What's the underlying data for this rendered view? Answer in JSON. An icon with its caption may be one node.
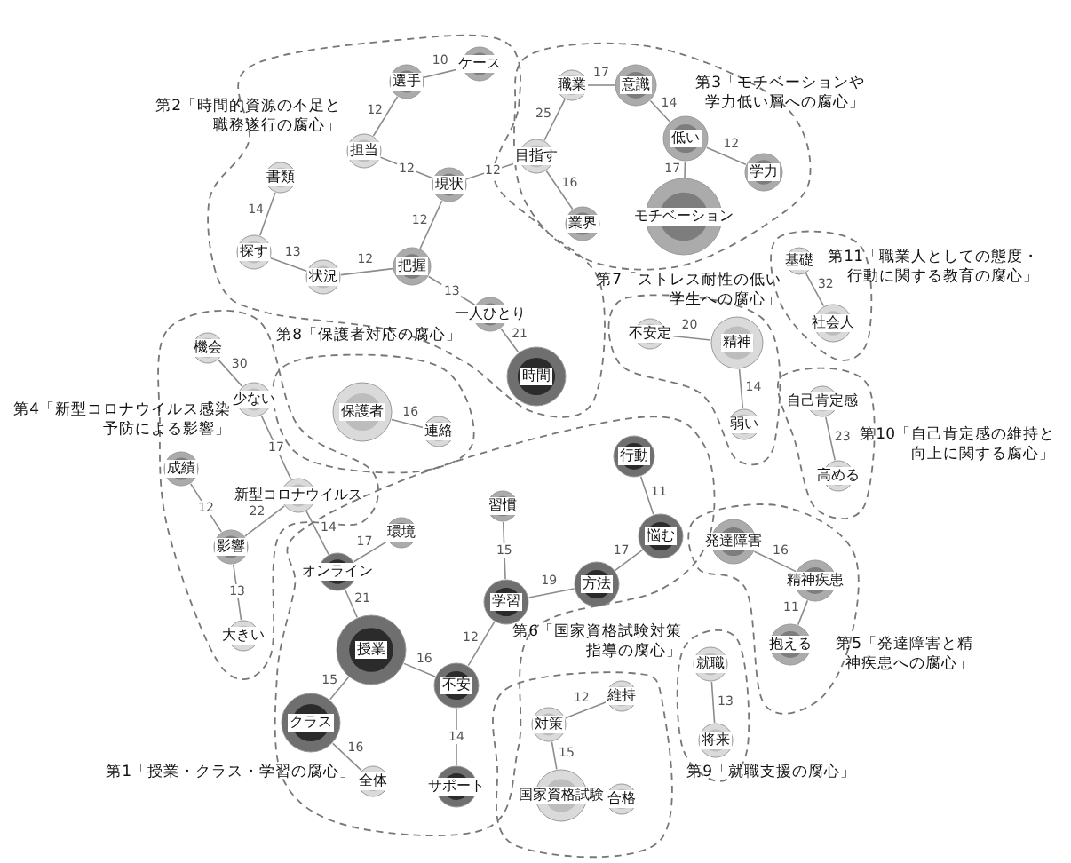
{
  "diagram": {
    "nodes": [
      {
        "text": [
          "第2「時間的資源の不足と職務遂行の腐心」"
        ]
      },
      {
        "text": [
          "選手"
        ],
        "in": 0
      },
      {
        "text": [
          "ケース"
        ],
        "in": 0
      },
      {
        "text": [
          "担当"
        ],
        "in": 0
      },
      {
        "text": [
          "現状"
        ],
        "in": 0
      },
      {
        "text": [
          "書類"
        ],
        "in": 0
      },
      {
        "text": [
          "探す"
        ],
        "in": 0
      },
      {
        "text": [
          "状況"
        ],
        "in": 0
      },
      {
        "text": [
          "把握"
        ],
        "in": 0
      },
      {
        "text": [
          "一人ひとり"
        ],
        "in": 0
      },
      {
        "text": [
          "時間"
        ],
        "in": 0
      },
      {
        "text": [
          "第3「モチベーションや学力低い層への腐心」"
        ]
      },
      {
        "text": [
          "職業"
        ],
        "in": 11
      },
      {
        "text": [
          "意識"
        ],
        "in": 11
      },
      {
        "text": [
          "目指す"
        ],
        "in": 11
      },
      {
        "text": [
          "業界"
        ],
        "in": 11
      },
      {
        "text": [
          "低い"
        ],
        "in": 11
      },
      {
        "text": [
          "学力"
        ],
        "in": 11
      },
      {
        "text": [
          "モチベーション"
        ],
        "in": 11
      },
      {
        "text": [
          "第11「職業人としての態度・行動に関する教育の腐心」"
        ]
      },
      {
        "text": [
          "基礎"
        ],
        "in": 19
      },
      {
        "text": [
          "社会人"
        ],
        "in": 19
      },
      {
        "text": [
          "第7「ストレス耐性の低い学生への腐心」"
        ]
      },
      {
        "text": [
          "不安定"
        ],
        "in": 22
      },
      {
        "text": [
          "精神"
        ],
        "in": 22
      },
      {
        "text": [
          "弱い"
        ],
        "in": 22
      },
      {
        "text": [
          "第10「自己肯定感の維持と向上に関する腐心」"
        ]
      },
      {
        "text": [
          "自己肯定感"
        ],
        "in": 26
      },
      {
        "text": [
          "高める"
        ],
        "in": 26
      },
      {
        "text": [
          "第8「保護者対応の腐心」"
        ]
      },
      {
        "text": [
          "保護者"
        ],
        "in": 29
      },
      {
        "text": [
          "連絡"
        ],
        "in": 29
      },
      {
        "text": [
          "第4「新型コロナウイルス感染予防による影響」"
        ]
      },
      {
        "text": [
          "機会"
        ],
        "in": 32
      },
      {
        "text": [
          "少ない"
        ],
        "in": 32
      },
      {
        "text": [
          "新型コロナウイルス"
        ],
        "in": 32
      },
      {
        "text": [
          "成績"
        ],
        "in": 32
      },
      {
        "text": [
          "影響"
        ],
        "in": 32
      },
      {
        "text": [
          "大きい"
        ],
        "in": 32
      },
      {
        "text": [
          "第1「授業・クラス・学習の腐心」"
        ]
      },
      {
        "text": [
          "環境"
        ],
        "in": 39
      },
      {
        "text": [
          "オンライン"
        ],
        "in": 39
      },
      {
        "text": [
          "授業"
        ],
        "in": 39
      },
      {
        "text": [
          "クラス"
        ],
        "in": 39
      },
      {
        "text": [
          "全体"
        ],
        "in": 39
      },
      {
        "text": [
          "不安"
        ],
        "in": 39
      },
      {
        "text": [
          "サポート"
        ],
        "in": 39
      },
      {
        "text": [
          "学習"
        ],
        "in": 39
      },
      {
        "text": [
          "習慣"
        ],
        "in": 39
      },
      {
        "text": [
          "方法"
        ],
        "in": 39
      },
      {
        "text": [
          "悩む"
        ],
        "in": 39
      },
      {
        "text": [
          "行動"
        ],
        "in": 39
      },
      {
        "text": [
          "第6「国家資格試験対策指導の腐心」"
        ]
      },
      {
        "text": [
          "対策"
        ],
        "in": 52
      },
      {
        "text": [
          "維持"
        ],
        "in": 52
      },
      {
        "text": [
          "国家資格試験"
        ],
        "in": 52
      },
      {
        "text": [
          "合格"
        ],
        "in": 52
      },
      {
        "text": [
          "第5「発達障害と精神疾患への腐心」"
        ]
      },
      {
        "text": [
          "発達障害"
        ],
        "in": 57
      },
      {
        "text": [
          "精神疾患"
        ],
        "in": 57
      },
      {
        "text": [
          "抱える"
        ],
        "in": 57
      },
      {
        "text": [
          "第9「就職支援の腐心」"
        ]
      },
      {
        "text": [
          "就職"
        ],
        "in": 61
      },
      {
        "text": [
          "将来"
        ],
        "in": 61
      }
    ],
    "edges": [
      {
        "from": 1,
        "to": 2,
        "arrow": "none",
        "label": "10"
      },
      {
        "from": 1,
        "to": 3,
        "arrow": "none",
        "label": "12"
      },
      {
        "from": 3,
        "to": 4,
        "arrow": "none",
        "label": "12"
      },
      {
        "from": 4,
        "to": 14,
        "arrow": "none",
        "label": "12"
      },
      {
        "from": 4,
        "to": 8,
        "arrow": "none",
        "label": "12"
      },
      {
        "from": 5,
        "to": 6,
        "arrow": "none",
        "label": "14"
      },
      {
        "from": 6,
        "to": 7,
        "arrow": "none",
        "label": "13"
      },
      {
        "from": 7,
        "to": 8,
        "arrow": "none",
        "label": "12"
      },
      {
        "from": 8,
        "to": 9,
        "arrow": "none",
        "label": "13"
      },
      {
        "from": 9,
        "to": 10,
        "arrow": "none",
        "label": "21"
      },
      {
        "from": 12,
        "to": 13,
        "arrow": "none",
        "label": "17"
      },
      {
        "from": 12,
        "to": 14,
        "arrow": "none",
        "label": "25"
      },
      {
        "from": 14,
        "to": 15,
        "arrow": "none",
        "label": "16"
      },
      {
        "from": 13,
        "to": 16,
        "arrow": "none",
        "label": "14"
      },
      {
        "from": 16,
        "to": 17,
        "arrow": "none",
        "label": "12"
      },
      {
        "from": 16,
        "to": 18,
        "arrow": "none",
        "label": "17"
      },
      {
        "from": 20,
        "to": 21,
        "arrow": "none",
        "label": "32"
      },
      {
        "from": 23,
        "to": 24,
        "arrow": "none",
        "label": "20"
      },
      {
        "from": 24,
        "to": 25,
        "arrow": "none",
        "label": "14"
      },
      {
        "from": 27,
        "to": 28,
        "arrow": "none",
        "label": "23"
      },
      {
        "from": 30,
        "to": 31,
        "arrow": "none",
        "label": "16"
      },
      {
        "from": 33,
        "to": 34,
        "arrow": "none",
        "label": "30"
      },
      {
        "from": 34,
        "to": 35,
        "arrow": "none",
        "label": "17"
      },
      {
        "from": 36,
        "to": 37,
        "arrow": "none",
        "label": "12"
      },
      {
        "from": 35,
        "to": 37,
        "arrow": "none",
        "label": "22"
      },
      {
        "from": 37,
        "to": 38,
        "arrow": "none",
        "label": "13"
      },
      {
        "from": 35,
        "to": 41,
        "arrow": "none",
        "label": "14"
      },
      {
        "from": 40,
        "to": 41,
        "arrow": "none",
        "label": "17"
      },
      {
        "from": 41,
        "to": 42,
        "arrow": "none",
        "label": "21"
      },
      {
        "from": 42,
        "to": 43,
        "arrow": "none",
        "label": "15"
      },
      {
        "from": 43,
        "to": 44,
        "arrow": "none",
        "label": "16"
      },
      {
        "from": 42,
        "to": 45,
        "arrow": "none",
        "label": "16"
      },
      {
        "from": 45,
        "to": 46,
        "arrow": "none",
        "label": "14"
      },
      {
        "from": 45,
        "to": 47,
        "arrow": "none",
        "label": "12"
      },
      {
        "from": 48,
        "to": 47,
        "arrow": "none",
        "label": "15"
      },
      {
        "from": 47,
        "to": 49,
        "arrow": "none",
        "label": "19"
      },
      {
        "from": 49,
        "to": 50,
        "arrow": "none",
        "label": "17"
      },
      {
        "from": 51,
        "to": 50,
        "arrow": "none",
        "label": "11"
      },
      {
        "from": 53,
        "to": 54,
        "arrow": "none",
        "label": "12"
      },
      {
        "from": 53,
        "to": 55,
        "arrow": "none",
        "label": "15"
      },
      {
        "from": 58,
        "to": 59,
        "arrow": "none",
        "label": "16"
      },
      {
        "from": 59,
        "to": 60,
        "arrow": "none",
        "label": "11"
      },
      {
        "from": 62,
        "to": 63,
        "arrow": "none",
        "label": "13"
      }
    ]
  }
}
